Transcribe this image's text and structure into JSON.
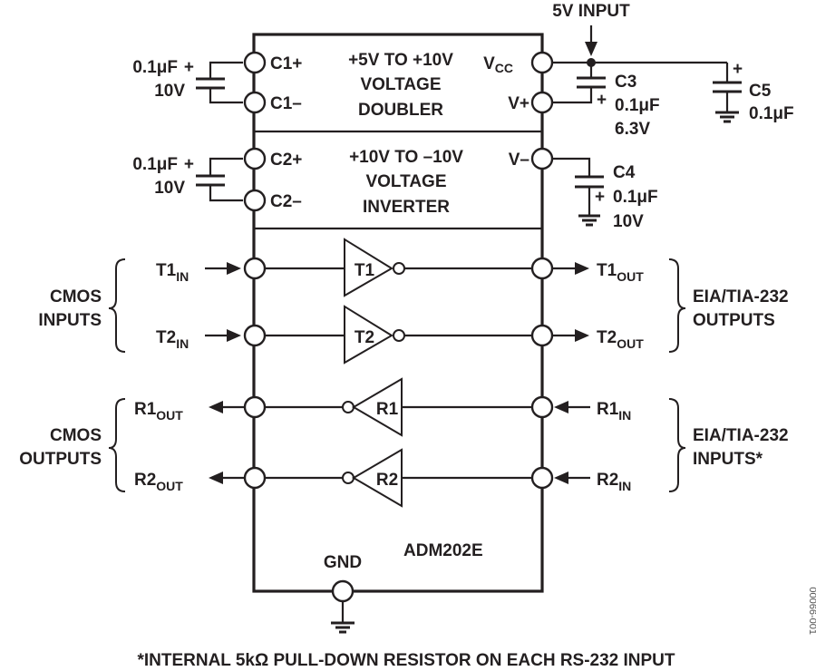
{
  "diagram": {
    "chip_name": "ADM202E",
    "top_input_label": "5V INPUT",
    "footnote": "*INTERNAL 5kΩ PULL-DOWN RESISTOR ON EACH RS-232 INPUT",
    "figure_id": "00066-001",
    "doubler": {
      "line1": "+5V TO +10V",
      "line2": "VOLTAGE",
      "line3": "DOUBLER"
    },
    "inverter": {
      "line1": "+10V TO –10V",
      "line2": "VOLTAGE",
      "line3": "INVERTER"
    },
    "pins": {
      "c1p": "C1+",
      "c1m": "C1–",
      "c2p": "C2+",
      "c2m": "C2–",
      "vcc_main": "V",
      "vcc_sub": "CC",
      "vplus": "V+",
      "vminus": "V–",
      "gnd": "GND"
    },
    "caps": {
      "c1": {
        "value": "0.1μF",
        "voltage": "10V",
        "polarity": "+"
      },
      "c2": {
        "value": "0.1μF",
        "voltage": "10V",
        "polarity": "+"
      },
      "c3": {
        "name": "C3",
        "value": "0.1μF",
        "voltage": "6.3V",
        "polarity": "+"
      },
      "c4": {
        "name": "C4",
        "value": "0.1μF",
        "voltage": "10V",
        "polarity": "+"
      },
      "c5": {
        "name": "C5",
        "value": "0.1μF",
        "polarity": "+"
      }
    },
    "drivers": [
      {
        "name": "T1",
        "in_main": "T1",
        "in_sub": "IN",
        "out_main": "T1",
        "out_sub": "OUT"
      },
      {
        "name": "T2",
        "in_main": "T2",
        "in_sub": "IN",
        "out_main": "T2",
        "out_sub": "OUT"
      }
    ],
    "receivers": [
      {
        "name": "R1",
        "in_main": "R1",
        "in_sub": "IN",
        "out_main": "R1",
        "out_sub": "OUT"
      },
      {
        "name": "R2",
        "in_main": "R2",
        "in_sub": "IN",
        "out_main": "R2",
        "out_sub": "OUT"
      }
    ],
    "groups": {
      "cmos_inputs": [
        "CMOS",
        "INPUTS"
      ],
      "cmos_outputs": [
        "CMOS",
        "OUTPUTS"
      ],
      "eia_outputs": [
        "EIA/TIA-232",
        "OUTPUTS"
      ],
      "eia_inputs": [
        "EIA/TIA-232",
        "INPUTS*"
      ]
    }
  }
}
